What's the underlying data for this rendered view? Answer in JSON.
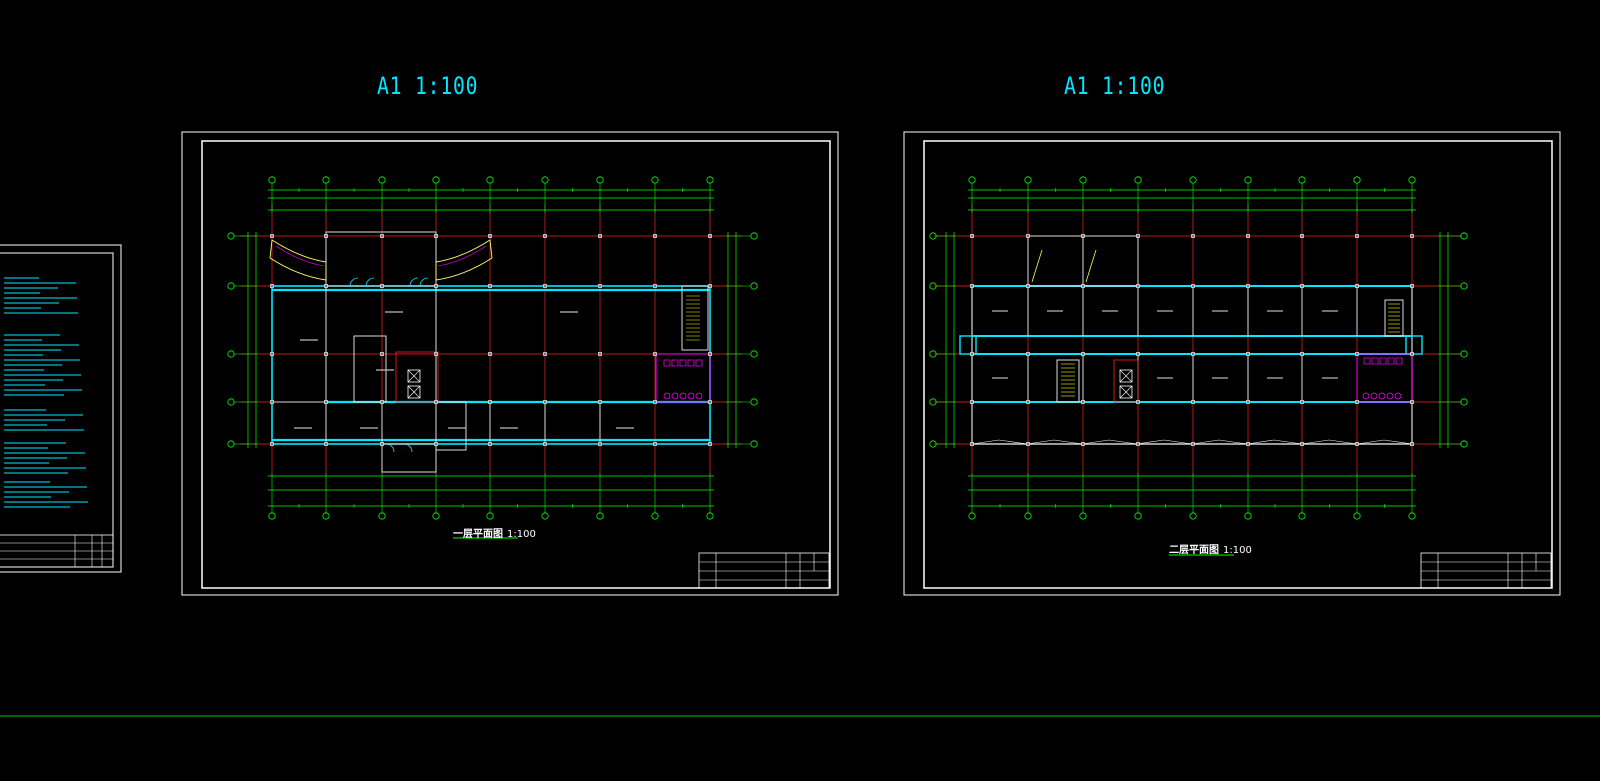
{
  "sheets": [
    {
      "id": "sheet-1",
      "scale_title": "A1 1:100",
      "plan_title": "一层平面图",
      "plan_scale": "1:100"
    },
    {
      "id": "sheet-2",
      "scale_title": "A1 1:100",
      "plan_title": "二层平面图",
      "plan_scale": "1:100"
    }
  ],
  "colors": {
    "background": "#000000",
    "frame": "#ffffff",
    "grid_axis": "#00ff00",
    "column_line": "#ff2020",
    "wall": "#00e8ff",
    "sanitary": "#ff00ff",
    "stair": "#ffff00",
    "title_text": "#00e8ff"
  }
}
